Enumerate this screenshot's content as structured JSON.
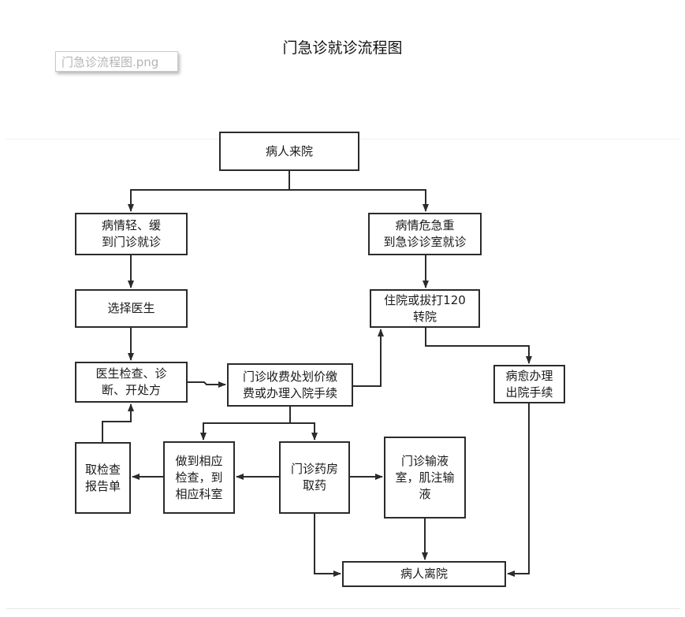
{
  "title": "门急诊就诊流程图",
  "file_tag": "门急诊流程图.png",
  "nodes": {
    "arrive": "病人来院",
    "mild": "病情轻、缓\n到门诊就诊",
    "severe": "病情危急重\n到急诊诊室就诊",
    "choose_doctor": "选择医生",
    "hospitalize": "住院或拔打120\n转院",
    "doctor_exam": "医生检查、诊\n断、开处方",
    "payment": "门诊收费处划价缴\n费或办理入院手续",
    "discharge": "病愈办理\n出院手续",
    "get_report": "取检查\n报告单",
    "do_exam": "做到相应\n检查，到\n相应科室",
    "pharmacy": "门诊药房\n取药",
    "infusion": "门诊输液\n室，肌注输\n液",
    "leave": "病人离院"
  },
  "colors": {
    "stroke": "#2b2b2b",
    "text": "#1a1a1a"
  }
}
